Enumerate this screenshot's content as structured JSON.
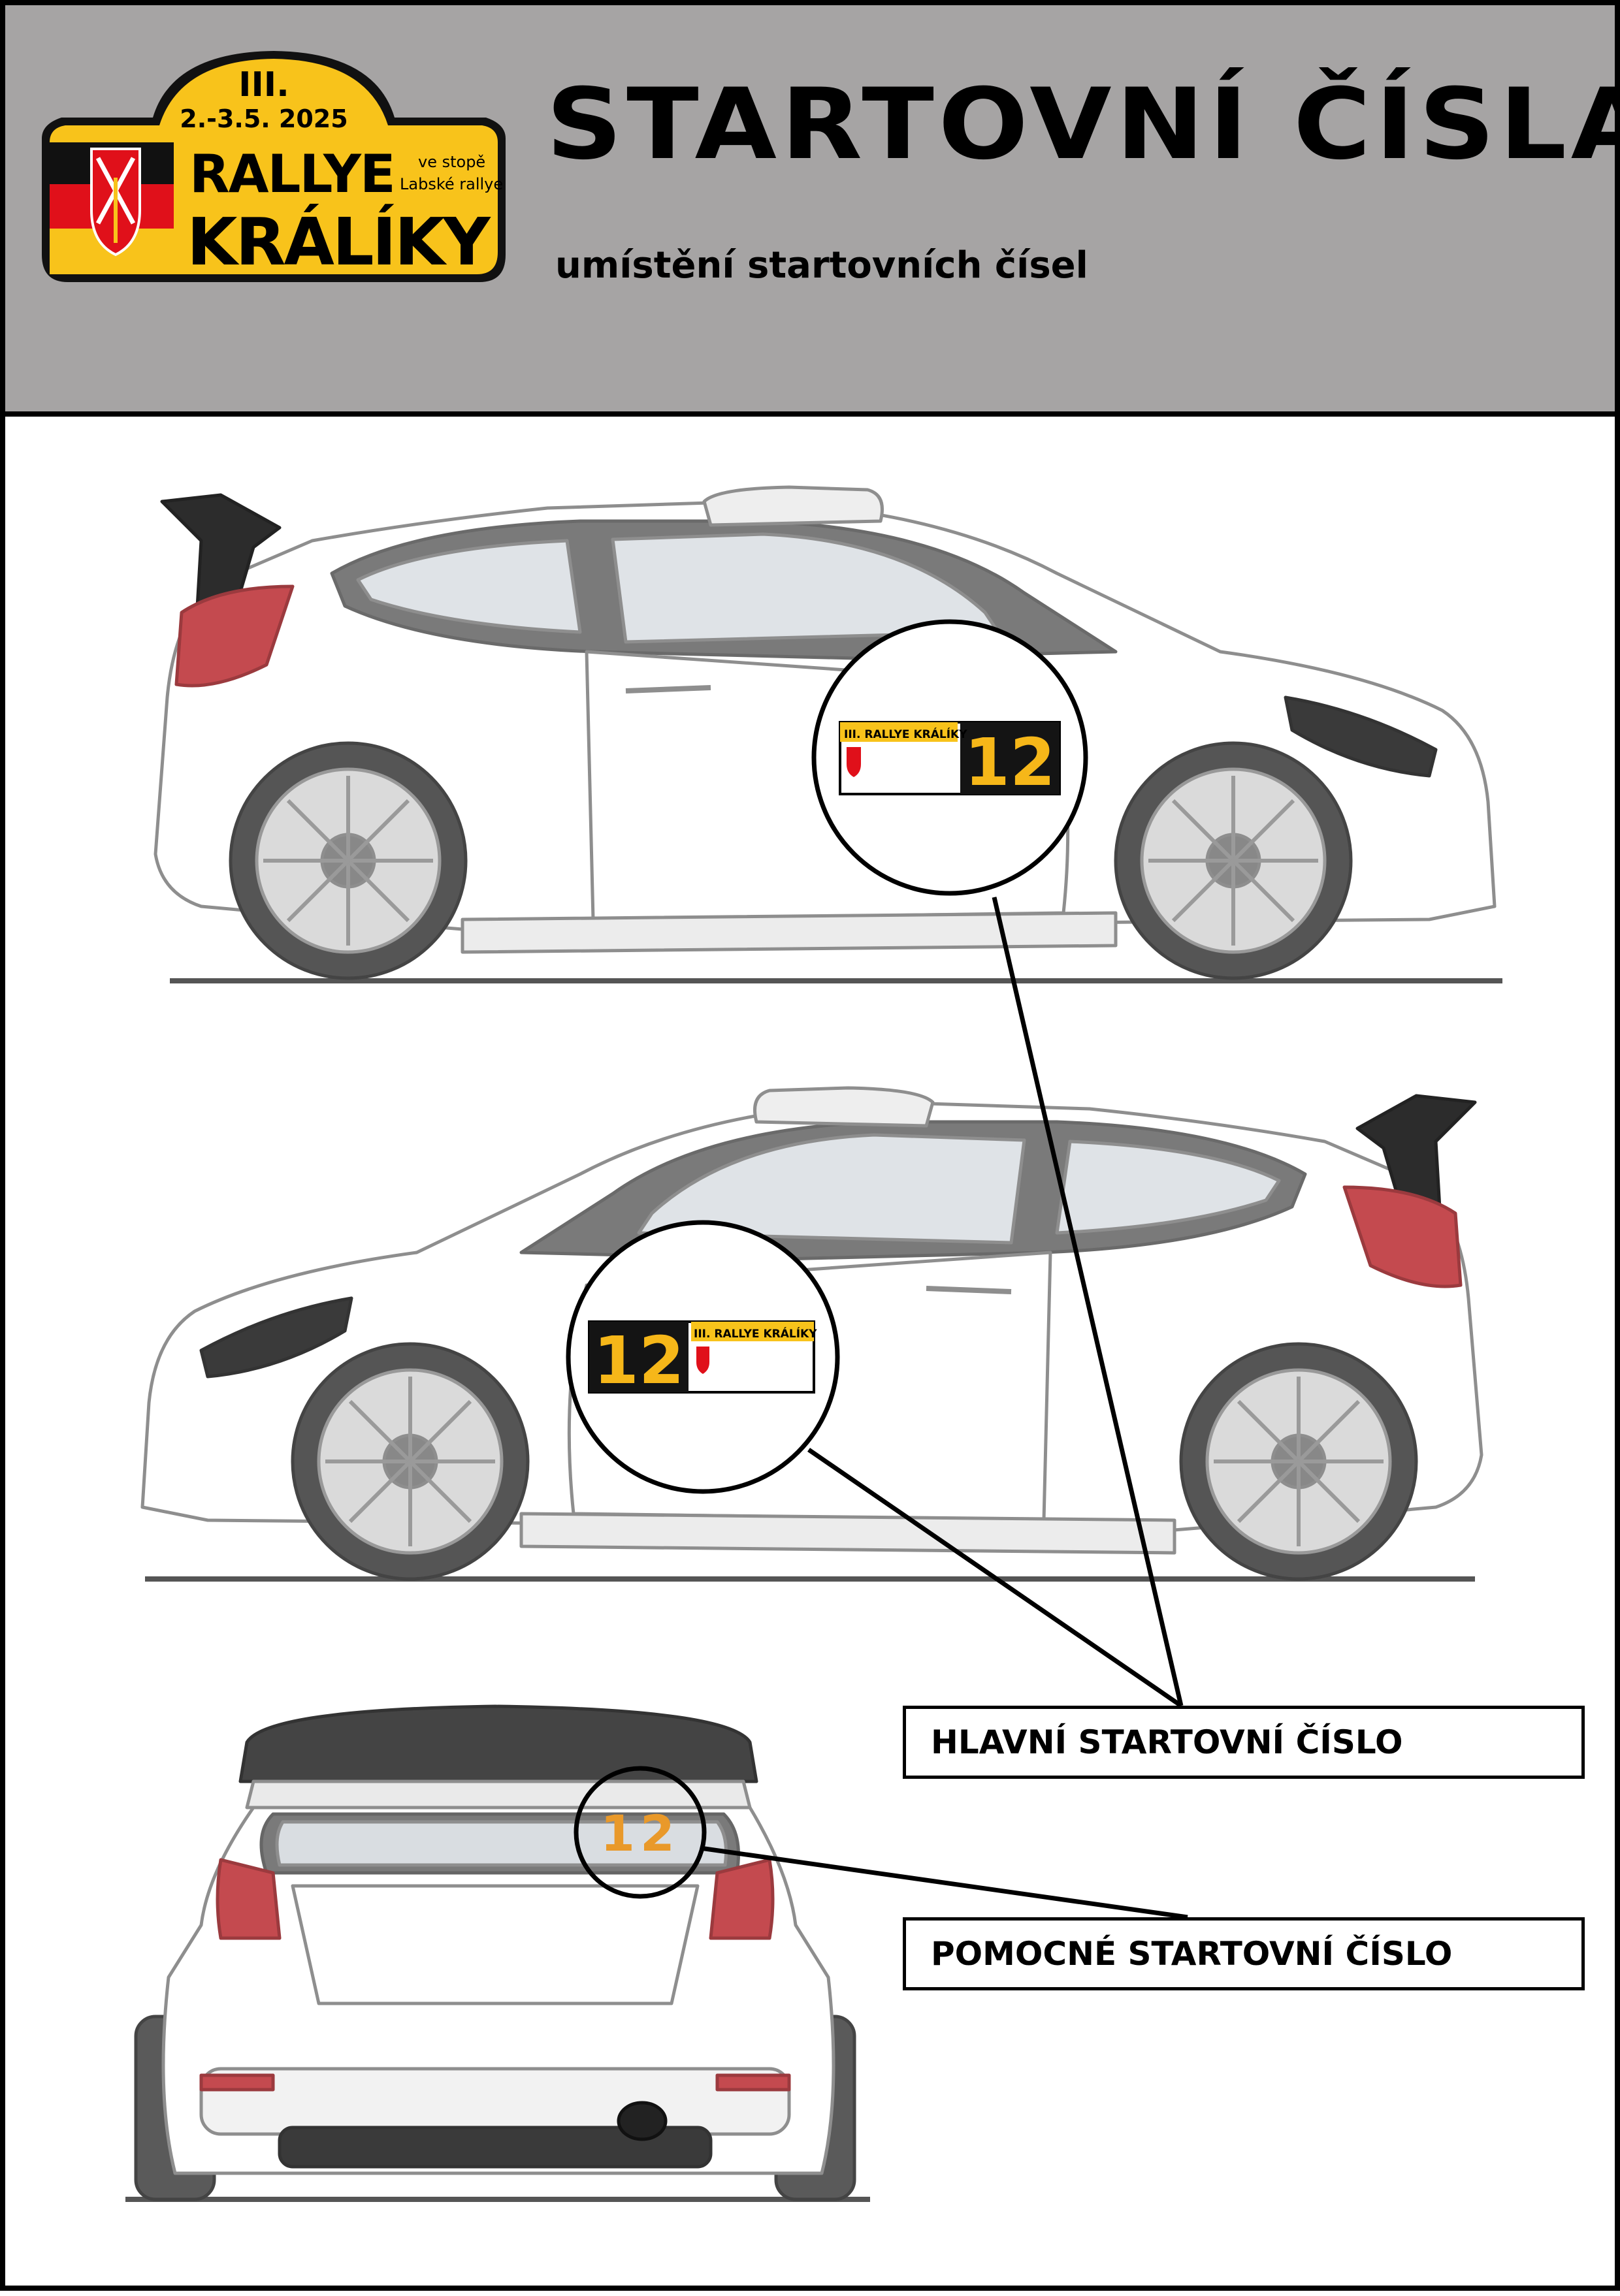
{
  "header": {
    "title": "STARTOVNÍ ČÍSLA",
    "subtitle": "umístění startovních čísel"
  },
  "logo": {
    "roman": "III.",
    "dates": "2.-3.5. 2025",
    "line1": "RALLYE",
    "line2": "KRÁLÍKY",
    "tagline1": "ve stopě",
    "tagline2": "Labské rallye",
    "colors": {
      "yellow": "#f8c31b",
      "red": "#e0101a",
      "black": "#111111"
    }
  },
  "plates": {
    "number": "12",
    "event_label": "III. RALLYE KRÁLÍKY",
    "colors": {
      "number_bg": "#141414",
      "number_fg": "#f6b719",
      "banner": "#f8c31b"
    }
  },
  "auxiliary_number": "12",
  "labels": {
    "main": "HLAVNÍ STARTOVNÍ ČÍSLO",
    "auxiliary": "POMOCNÉ STARTOVNÍ ČÍSLO"
  },
  "colors": {
    "header_bg": "#a6a4a4",
    "car_line": "#8e8e8e",
    "car_fill": "#ffffff"
  }
}
